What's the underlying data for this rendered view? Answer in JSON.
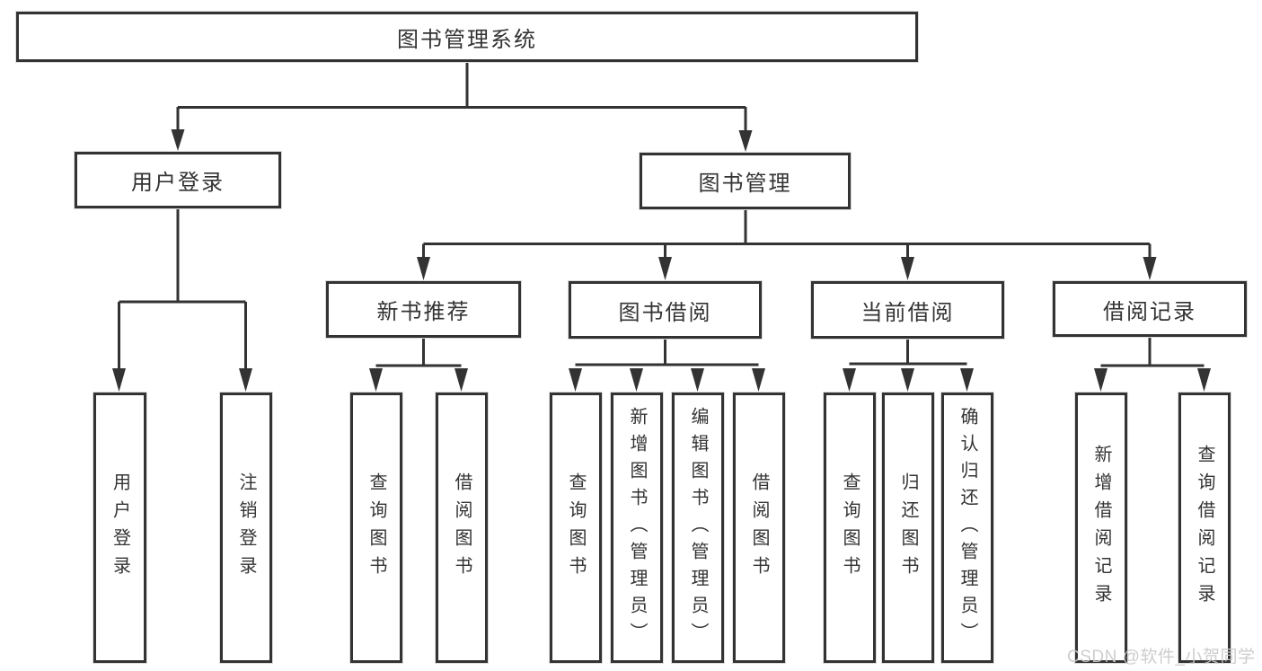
{
  "diagram": {
    "type": "hierarchy",
    "colors": {
      "line": "#333333",
      "box_border": "#333333",
      "text": "#333333",
      "background": "#ffffff",
      "watermark_text": "#c9c9c9"
    }
  },
  "tree": {
    "label": "图书管理系统",
    "children": [
      {
        "label": "用户登录",
        "children": [
          {
            "label": "用户登录"
          },
          {
            "label": "注销登录"
          }
        ]
      },
      {
        "label": "图书管理",
        "children": [
          {
            "label": "新书推荐",
            "children": [
              {
                "label": "查询图书"
              },
              {
                "label": "借阅图书"
              }
            ]
          },
          {
            "label": "图书借阅",
            "children": [
              {
                "label": "查询图书"
              },
              {
                "label": "新增图书（管理员）"
              },
              {
                "label": "编辑图书（管理员）"
              },
              {
                "label": "借阅图书"
              }
            ]
          },
          {
            "label": "当前借阅",
            "children": [
              {
                "label": "查询图书"
              },
              {
                "label": "归还图书"
              },
              {
                "label": "确认归还（管理员）"
              }
            ]
          },
          {
            "label": "借阅记录",
            "children": [
              {
                "label": "新增借阅记录"
              },
              {
                "label": "查询借阅记录"
              }
            ]
          }
        ]
      }
    ]
  },
  "watermark": {
    "text": "CSDN @软件_小贺同学"
  }
}
